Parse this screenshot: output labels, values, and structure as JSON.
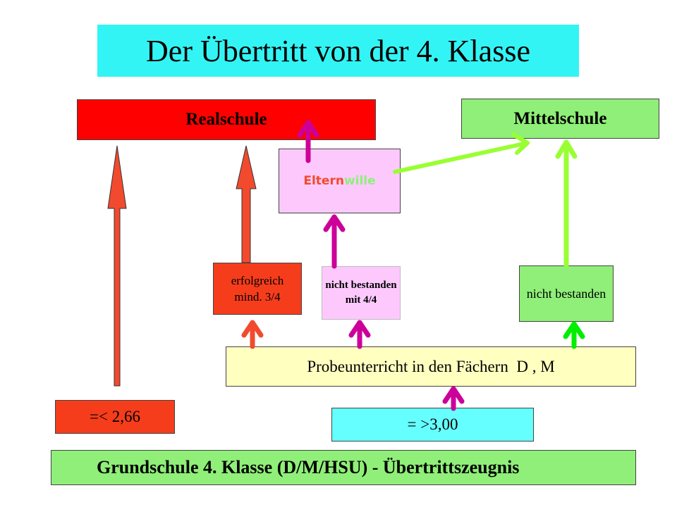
{
  "title": "Der Übertritt von der 4. Klasse",
  "boxes": {
    "realschule": "Realschule",
    "mittelschule": "Mittelschule",
    "elternwille_part1": "Eltern",
    "elternwille_part2": "wille",
    "erfolgreich": "erfolgreich mind. 3/4",
    "nicht_bestanden_44": "nicht bestanden mit 4/4",
    "nicht_bestanden": "nicht bestanden",
    "probeunterricht": "Probeunterricht in den Fächern  D , M",
    "grade_low": "=< 2,66",
    "grade_high": "= >3,00",
    "grundschule": "Grundschule 4. Klasse (D/M/HSU) - Übertrittszeugnis"
  },
  "colors": {
    "title_bg": "#33f4f5",
    "realschule_bg": "#ff0000",
    "mittelschule_bg": "#8fef78",
    "elternwille_bg": "#fdc9fd",
    "probe_bg": "#ffffc0",
    "arrow_red": "#f24a2e",
    "arrow_magenta": "#cc0099",
    "arrow_green": "#99ff33",
    "arrow_bright_green": "#00ee00"
  }
}
